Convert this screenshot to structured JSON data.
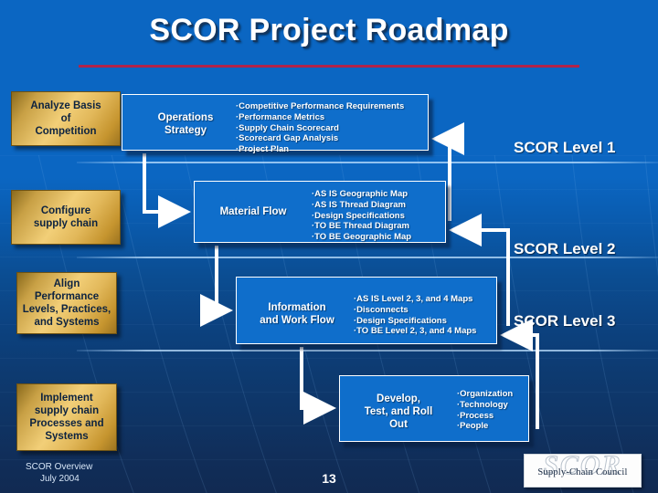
{
  "slide": {
    "title": "SCOR Project Roadmap",
    "page_number": "13",
    "footer_line1": "SCOR Overview",
    "footer_line2": "July 2004",
    "accent_rule_color": "#b0244a",
    "background_top_color": "#0b66c2",
    "background_bottom_color": "#112a52"
  },
  "logo": {
    "wordmark": "SCOR",
    "caption": "Supply-Chain  Council"
  },
  "levels": [
    {
      "label": "SCOR Level 1"
    },
    {
      "label": "SCOR Level 2"
    },
    {
      "label": "SCOR Level 3"
    }
  ],
  "steps": [
    {
      "label": "Analyze Basis\nof\nCompetition"
    },
    {
      "label": "Configure\nsupply chain"
    },
    {
      "label": "Align\nPerformance\nLevels, Practices,\nand Systems"
    },
    {
      "label": "Implement\nsupply chain\nProcesses and\nSystems"
    }
  ],
  "phases": [
    {
      "title": "Operations\nStrategy",
      "items": [
        "Competitive Performance Requirements",
        "Performance Metrics",
        "Supply Chain Scorecard",
        "Scorecard Gap Analysis",
        "Project Plan"
      ]
    },
    {
      "title": "Material Flow",
      "items": [
        "AS IS Geographic Map",
        "AS IS Thread Diagram",
        "Design Specifications",
        "TO BE Thread Diagram",
        "TO BE Geographic Map"
      ]
    },
    {
      "title": "Information\nand Work Flow",
      "items": [
        "AS IS Level 2, 3, and 4 Maps",
        "Disconnects",
        "Design Specifications",
        "TO BE Level 2, 3, and 4 Maps"
      ]
    },
    {
      "title": "Develop,\nTest, and Roll\nOut",
      "items": [
        "Organization",
        "Technology",
        "Process",
        "People"
      ]
    }
  ]
}
